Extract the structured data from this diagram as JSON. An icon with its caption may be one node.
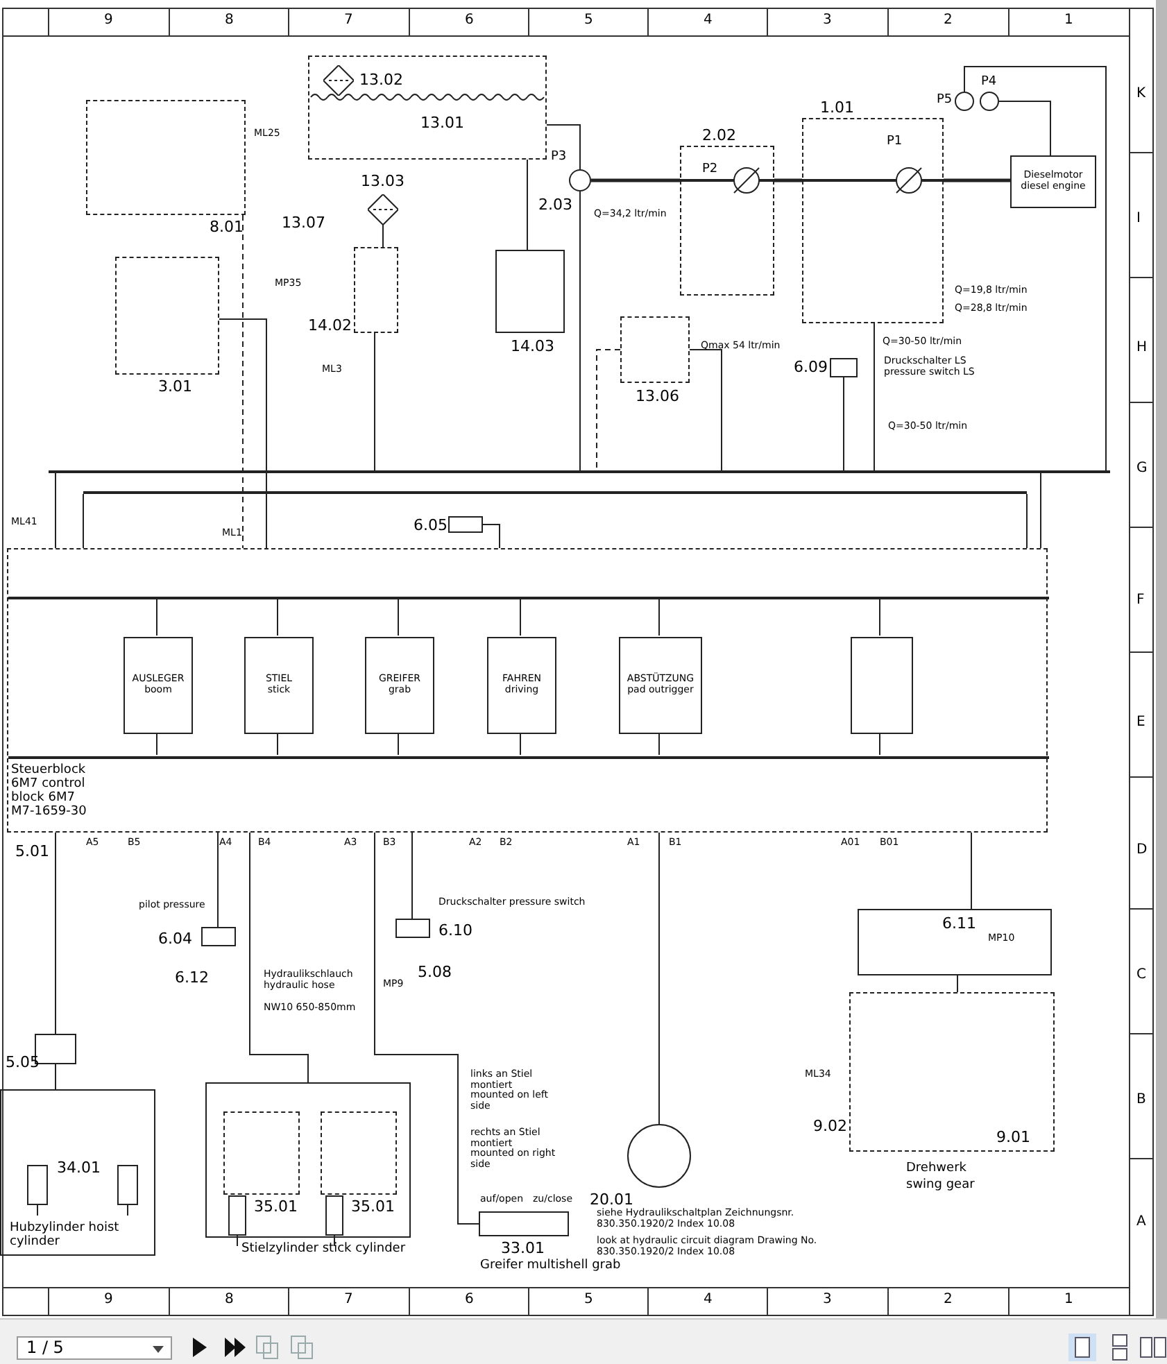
{
  "diagram": {
    "nodes": [
      {
        "text": [
          "8.01"
        ]
      },
      {
        "text": [
          "3.01"
        ]
      },
      {
        "text": [
          "13.01"
        ]
      },
      {
        "text": [
          "13.02"
        ],
        "in": 2
      },
      {
        "text": [
          "13.03"
        ]
      },
      {
        "text": [
          "14.02"
        ]
      },
      {
        "text": [
          "14.03"
        ]
      },
      {
        "text": [
          "13.06"
        ]
      },
      {
        "text": [
          "2.02",
          "P2"
        ]
      },
      {
        "text": [
          "1.01",
          "P1"
        ]
      },
      {
        "text": [
          "Dieselmotor",
          "diesel engine"
        ]
      },
      {
        "text": [
          "P5"
        ]
      },
      {
        "text": [
          "P4"
        ]
      },
      {
        "text": [
          "P3"
        ]
      },
      {
        "text": [
          "Steuerblock 6M7 control block 6M7 M7-1659-30",
          "5.01"
        ]
      },
      {
        "text": [
          "AUSLEGER",
          "boom"
        ],
        "in": 14
      },
      {
        "text": [
          "STIEL",
          "stick"
        ],
        "in": 14
      },
      {
        "text": [
          "GREIFER",
          "grab"
        ],
        "in": 14
      },
      {
        "text": [
          "FAHREN",
          "driving"
        ],
        "in": 14
      },
      {
        "text": [
          "ABSTÜTZUNG",
          "pad outrigger"
        ],
        "in": 14
      },
      {
        "text": [],
        "shape": "box",
        "in": 14
      },
      {
        "text": [],
        "shape": "box",
        "beside": [
          "6.09",
          "Druckschalter LS pressure switch LS"
        ]
      },
      {
        "text": [],
        "shape": "box",
        "beside": [
          "6.05"
        ]
      },
      {
        "text": [],
        "shape": "box",
        "beside": [
          "6.04",
          "6.12"
        ]
      },
      {
        "text": [],
        "shape": "box",
        "beside": [
          "6.10",
          "Druckschalter pressure switch",
          "5.08"
        ]
      },
      {
        "text": [],
        "shape": "box",
        "beside": [
          "5.05"
        ]
      },
      {
        "text": [
          "34.01",
          "Hubzylinder hoist cylinder"
        ]
      },
      {
        "text": [
          "Stielzylinder stick cylinder"
        ]
      },
      {
        "text": [
          "35.01"
        ],
        "in": 27
      },
      {
        "text": [
          "35.01"
        ],
        "in": 27
      },
      {
        "text": [
          "33.01",
          "Greifer multishell grab"
        ],
        "beside": [
          "links an Stiel montiert mounted on left side",
          "rechts an Stiel montiert mounted on right side"
        ]
      },
      {
        "text": [
          "20.01"
        ]
      },
      {
        "text": [
          "9.01",
          "Drehwerk",
          "swing gear"
        ],
        "beside": [
          "9.02"
        ]
      },
      {
        "text": [
          "6.11"
        ]
      },
      {
        "text": [],
        "shape": "bar",
        "in": 14
      },
      {
        "text": [],
        "shape": "bar",
        "in": 14
      },
      {
        "text": [],
        "shape": "bar"
      },
      {
        "text": [],
        "shape": "bar"
      }
    ],
    "edges": [
      {
        "from": 10,
        "to": 9,
        "arrow": "none",
        "style": "thick"
      },
      {
        "from": 9,
        "to": 8,
        "arrow": "none",
        "style": "thick"
      },
      {
        "from": 8,
        "to": 13,
        "arrow": "none",
        "style": "thick"
      },
      {
        "from": 9,
        "to": 36,
        "arrow": "none"
      },
      {
        "from": 14,
        "to": 25,
        "arrow": "none"
      },
      {
        "from": 25,
        "to": 26,
        "arrow": "none"
      },
      {
        "from": 14,
        "to": 27,
        "arrow": "none"
      },
      {
        "from": 14,
        "to": 30,
        "arrow": "none"
      },
      {
        "from": 14,
        "to": 33,
        "arrow": "none"
      },
      {
        "from": 33,
        "to": 32,
        "arrow": "none"
      },
      {
        "from": 6,
        "to": 2,
        "arrow": "none"
      },
      {
        "from": 5,
        "to": 4,
        "arrow": "none"
      },
      {
        "from": 12,
        "to": 10,
        "arrow": "none"
      },
      {
        "from": 14,
        "to": 31,
        "arrow": "none"
      },
      {
        "from": 2,
        "to": 13,
        "arrow": "none"
      },
      {
        "from": 0,
        "to": 14,
        "arrow": "none",
        "style": "dashed"
      },
      {
        "from": 1,
        "to": 14,
        "arrow": "none"
      },
      {
        "from": 14,
        "to": 23,
        "arrow": "none"
      },
      {
        "from": 14,
        "to": 24,
        "arrow": "none"
      },
      {
        "from": 22,
        "to": 14,
        "arrow": "none"
      },
      {
        "from": 5,
        "to": 36,
        "arrow": "none"
      },
      {
        "from": 21,
        "to": 36,
        "arrow": "none"
      },
      {
        "from": 36,
        "to": 14,
        "arrow": "none"
      },
      {
        "from": 36,
        "to": 14,
        "arrow": "none"
      },
      {
        "from": 37,
        "to": 14,
        "arrow": "none"
      },
      {
        "from": 37,
        "to": 14,
        "arrow": "none"
      },
      {
        "from": 13,
        "to": 36,
        "arrow": "none"
      },
      {
        "from": 7,
        "to": 36,
        "arrow": "none",
        "style": "dashed"
      },
      {
        "from": 7,
        "to": 36,
        "arrow": "none"
      },
      {
        "from": 11,
        "to": 36,
        "arrow": "none"
      },
      {
        "from": 34,
        "to": 15,
        "arrow": "none"
      },
      {
        "from": 15,
        "to": 35,
        "arrow": "none"
      },
      {
        "from": 34,
        "to": 16,
        "arrow": "none"
      },
      {
        "from": 16,
        "to": 35,
        "arrow": "none"
      },
      {
        "from": 34,
        "to": 17,
        "arrow": "none"
      },
      {
        "from": 17,
        "to": 35,
        "arrow": "none"
      },
      {
        "from": 34,
        "to": 18,
        "arrow": "none"
      },
      {
        "from": 18,
        "to": 35,
        "arrow": "none"
      },
      {
        "from": 34,
        "to": 19,
        "arrow": "none"
      },
      {
        "from": 19,
        "to": 35,
        "arrow": "none"
      },
      {
        "from": 34,
        "to": 20,
        "arrow": "none"
      },
      {
        "from": 20,
        "to": 35,
        "arrow": "none"
      }
    ],
    "labels": [
      "9",
      "8",
      "7",
      "6",
      "5",
      "4",
      "3",
      "2",
      "1",
      "K",
      "I",
      "H",
      "G",
      "F",
      "E",
      "D",
      "C",
      "B",
      "A",
      "ML25",
      "MP35",
      "13.07",
      "ML3",
      "2.03",
      "Q=34,2 ltr/min",
      "Qmax 54 ltr/min",
      "Q=19,8 ltr/min",
      "Q=28,8 ltr/min",
      "Q=30-50 ltr/min",
      "Q=30-50 ltr/min",
      "ML41",
      "ML1",
      "A5",
      "B5",
      "A4",
      "B4",
      "A3",
      "B3",
      "A2",
      "B2",
      "A1",
      "B1",
      "A01",
      "B01",
      "pilot pressure",
      "Hydraulikschlauch hydraulic hose",
      "NW10 650-850mm",
      "MP9",
      "auf/open",
      "zu/close",
      "siehe Hydraulikschaltplan Zeichnungsnr. 830.350.1920/2 Index 10.08",
      "look at hydraulic circuit diagram Drawing No. 830.350.1920/2 Index 10.08",
      "ML34",
      "MP10",
      "9",
      "8",
      "7",
      "6",
      "5",
      "4",
      "3",
      "2",
      "1",
      "1 / 5"
    ]
  }
}
